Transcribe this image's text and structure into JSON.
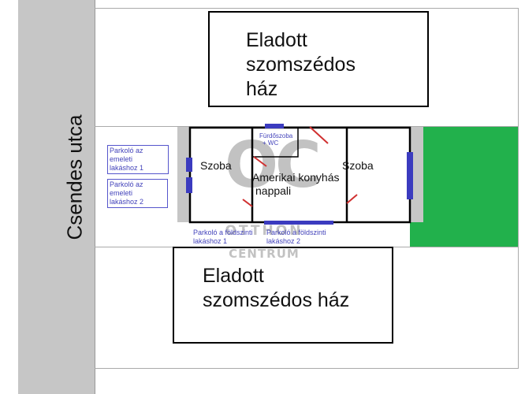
{
  "street": {
    "label": "Csendes utca"
  },
  "neighbors": {
    "top": "Eladott szomszédos ház",
    "top_lines": [
      "Eladott",
      "szomszédos",
      "ház"
    ],
    "bottom_lines": [
      "Eladott",
      "szomszédos ház"
    ]
  },
  "rooms": {
    "left": "Szoba",
    "right": "Szoba",
    "bathroom_lines": [
      "Fürdőszoba",
      "+ WC"
    ],
    "living_lines": [
      "Amerikai konyhás",
      "nappali"
    ]
  },
  "parking": {
    "upper1_lines": [
      "Parkoló az emeleti",
      "lakáshoz 1"
    ],
    "upper2_lines": [
      "Parkoló az emeleti",
      "lakáshoz 2"
    ],
    "ground1_lines": [
      "Parkoló a földszinti",
      "lakáshoz 1"
    ],
    "ground2_lines": [
      "Parkoló a földszinti",
      "lakáshoz 2"
    ]
  },
  "watermark": {
    "logo": "OC",
    "line1": "OTTHON",
    "line2": "CENTRUM"
  },
  "colors": {
    "window": "#3b3bbf",
    "door": "#d03030",
    "garden": "#22b14c",
    "street": "#c6c6c6"
  }
}
